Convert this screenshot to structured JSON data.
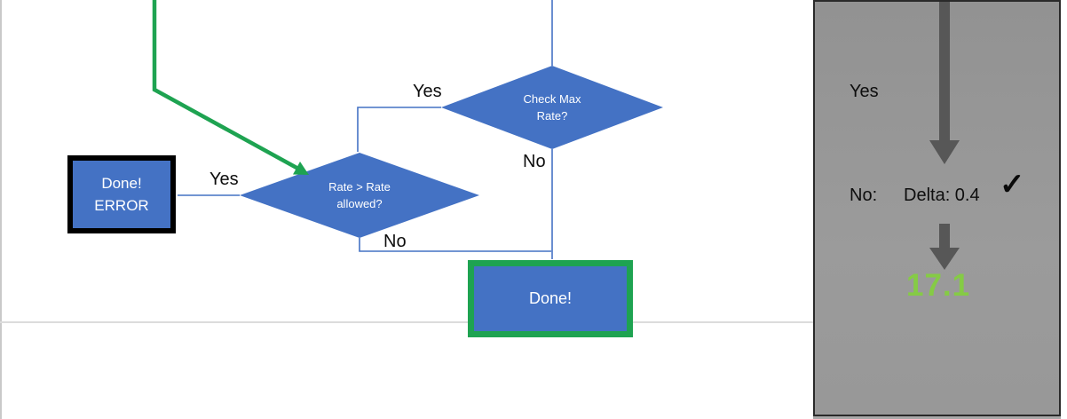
{
  "flowchart": {
    "nodes": {
      "check_max_rate": {
        "line1": "Check Max",
        "line2": "Rate?"
      },
      "rate_allowed": {
        "line1": "Rate > Rate",
        "line2": "allowed?"
      },
      "done_error": {
        "line1": "Done!",
        "line2": "ERROR"
      },
      "done": {
        "label": "Done!"
      }
    },
    "edge_labels": {
      "check_yes": "Yes",
      "check_no": "No",
      "rate_yes": "Yes",
      "rate_no": "No"
    },
    "colors": {
      "node_fill": "#4472C4",
      "connector_blue": "#4472C4",
      "highlight_green": "#1EA351",
      "error_border": "#000000"
    }
  },
  "side_panel": {
    "yes_label": "Yes",
    "no_label": "No:",
    "delta_value": "Delta: 0.4",
    "checkmark_icon": "✓",
    "result_value": "17.1",
    "colors": {
      "panel_gray": "#969696",
      "arrow_gray": "#575757",
      "result_green": "#85CB45"
    }
  }
}
